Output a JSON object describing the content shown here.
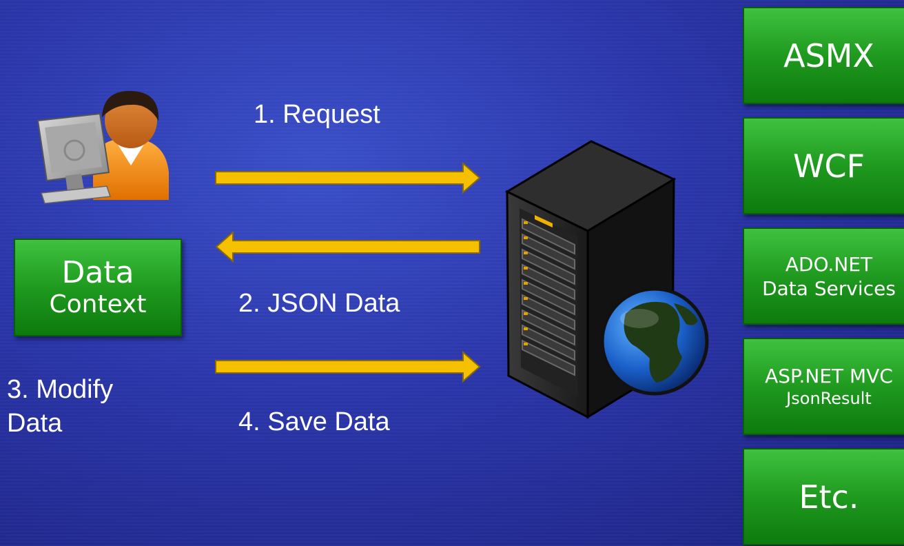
{
  "flow": {
    "step1": "1. Request",
    "step2": "2. JSON Data",
    "step3_line1": "3. Modify",
    "step3_line2": "Data",
    "step4": "4. Save Data"
  },
  "data_context": {
    "line1": "Data",
    "line2": "Context"
  },
  "services": [
    {
      "line1": "ASMX",
      "line2": ""
    },
    {
      "line1": "WCF",
      "line2": ""
    },
    {
      "line1": "ADO.NET",
      "line2": "Data Services"
    },
    {
      "line1": "ASP.NET MVC",
      "line2": "JsonResult"
    },
    {
      "line1": "Etc.",
      "line2": ""
    }
  ],
  "colors": {
    "background": "#2a35a8",
    "arrow": "#f5c000",
    "box": "#1f9a1f"
  },
  "icons": [
    "user-at-computer-icon",
    "server-globe-icon"
  ]
}
